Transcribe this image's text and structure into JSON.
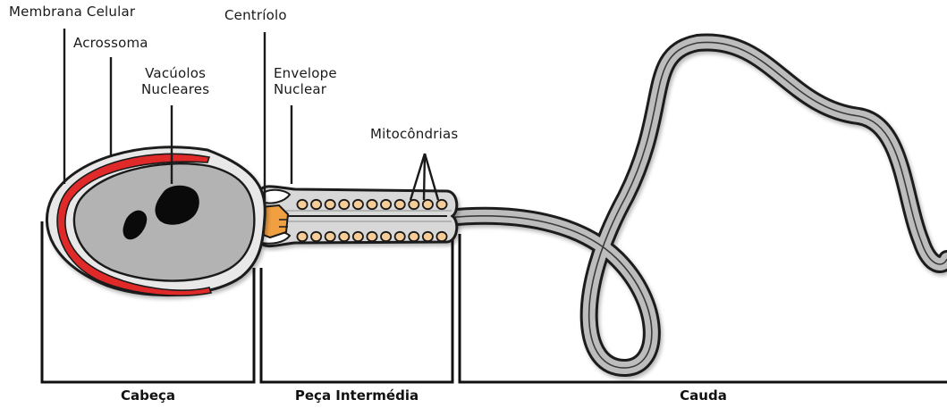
{
  "labels": {
    "membrana_celular": "Membrana Celular",
    "acrossoma": "Acrossoma",
    "vacuolos_nucleares": "Vacúolos\nNucleares",
    "centriolo": "Centríolo",
    "envelope_nuclear": "Envelope\nNuclear",
    "mitocondrias": "Mitocôndrias"
  },
  "sections": {
    "cabeca": "Cabeça",
    "peca_intermedia": "Peça Intermédia",
    "cauda": "Cauda"
  },
  "colors": {
    "membrane_gray": "#bdbdbd",
    "nucleus_gray": "#b3b3b3",
    "acrosome_red": "#e02a2a",
    "centriole_orange": "#f0a040",
    "mitochondria_fill": "#f6cc98",
    "vacuole_black": "#0a0a0a",
    "outline": "#1a1a1a"
  }
}
